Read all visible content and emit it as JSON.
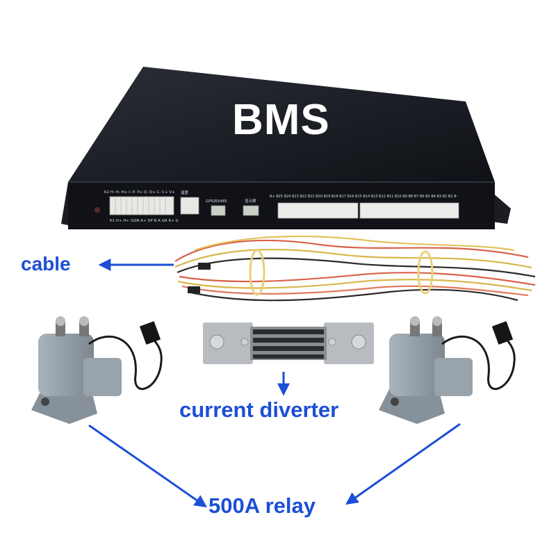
{
  "product": {
    "title": "BMS",
    "panel_labels": {
      "left_row": "K2 H- H- H+ I- P- P+ D- D+ C- C+ V+",
      "temp": "温度",
      "gps": "GPS/RS485",
      "display": "显示屏",
      "balance_row": "B+ B25 B24 B23 B22 B21 B20 B19 B18 B17 B16 B15 B14 B13 B12 B11 B10 B9 B8 B7 B6 B5 B4 B3 B2 B1 B-",
      "bottom_row": "K1 H+ H+ GDN A+ DP B A GR K+ G"
    }
  },
  "callouts": {
    "cable": "cable",
    "current_diverter": "current diverter",
    "relay": "500A relay"
  },
  "colors": {
    "annotation_blue": "#1c4fd6",
    "case_black": "#16181d",
    "wire_red": "#d9614a",
    "wire_yellow": "#d9b64a",
    "relay_gray": "#8f9aa3",
    "shunt_metal": "#b8bcc0"
  }
}
